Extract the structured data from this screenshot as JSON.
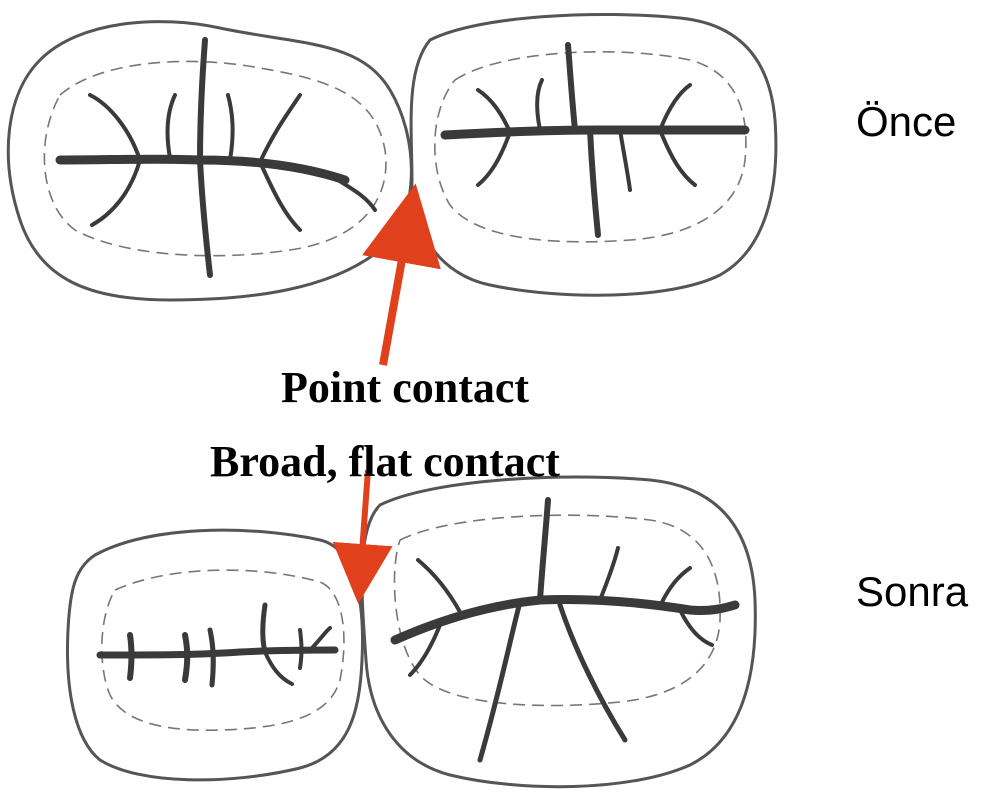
{
  "labels": {
    "before": "Önce",
    "after": "Sonra",
    "point_contact": "Point contact",
    "broad_contact": "Broad, flat contact"
  },
  "colors": {
    "arrow": "#e0401c",
    "outline": "#555555",
    "groove": "#3a3a3a",
    "background": "#ffffff"
  }
}
